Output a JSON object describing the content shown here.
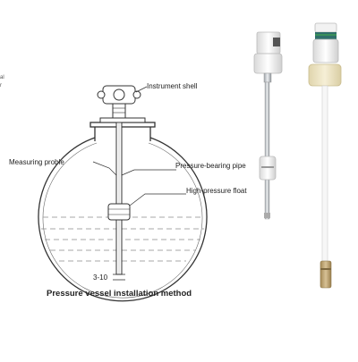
{
  "diagram": {
    "labels": {
      "instrument_shell": "Instrument shell",
      "measuring_probe": "Measuring proble",
      "pressure_bearing_pipe": "Pressure-bearing pipe",
      "high_pressure_float": "High-pressure float",
      "bottom_gap": "3-10"
    },
    "caption": "Pressure vessel installation method",
    "margin_fragments": [
      "al",
      "r"
    ]
  },
  "colors": {
    "line": "#333333",
    "dashed": "#8a8a8a",
    "rod_metal": "#c8ccd0",
    "float_white": "#f2f2f2",
    "cream_float": "#efe6c6",
    "green_band": "#3a8f5a"
  }
}
